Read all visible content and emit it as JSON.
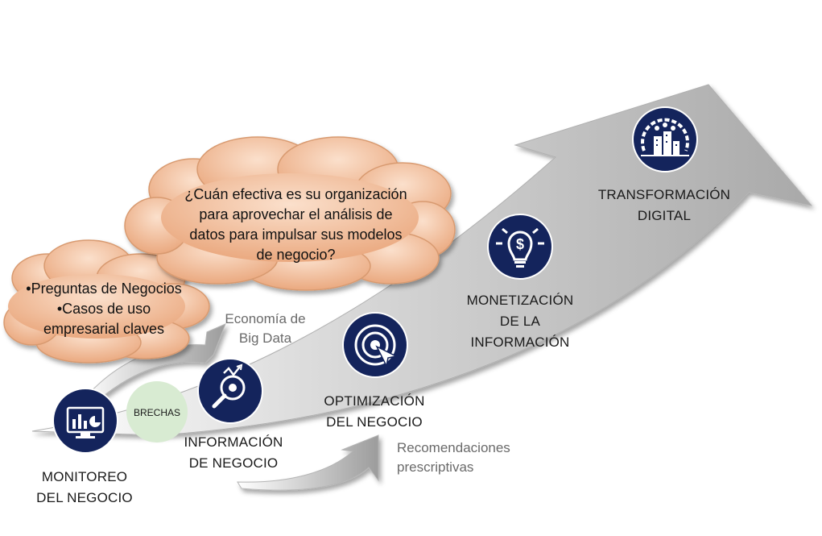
{
  "clouds": {
    "main": {
      "lines": [
        "¿Cuán efectiva es su organización",
        "para aprovechar el análisis de",
        "datos para impulsar sus modelos",
        "de negocio?"
      ]
    },
    "small": {
      "lines": [
        "•Preguntas de Negocios",
        "•Casos de uso",
        "empresarial claves"
      ]
    }
  },
  "stages": [
    {
      "lines": [
        "MONITOREO",
        "DEL NEGOCIO"
      ],
      "icon": "monitor-chart-icon"
    },
    {
      "lines": [
        "INFORMACIÓN",
        "DE NEGOCIO"
      ],
      "icon": "magnifier-lightbulb-icon"
    },
    {
      "lines": [
        "OPTIMIZACIÓN",
        "DEL NEGOCIO"
      ],
      "icon": "target-cursor-icon"
    },
    {
      "lines": [
        "MONETIZACIÓN",
        "DE LA",
        "INFORMACIÓN"
      ],
      "icon": "lightbulb-dollar-icon"
    },
    {
      "lines": [
        "TRANSFORMACIÓN",
        "DIGITAL"
      ],
      "icon": "city-gear-icon"
    }
  ],
  "brechas": "BRECHAS",
  "annotations": {
    "big_data": [
      "Economía de",
      "Big Data"
    ],
    "recommendations": [
      "Recomendaciones",
      "prescriptivas"
    ]
  },
  "colors": {
    "icon_bg": "#14245c",
    "cloud": "#f2b48a",
    "arrow": "#c9c9c9",
    "brechas_bg": "#d8ebd2"
  }
}
